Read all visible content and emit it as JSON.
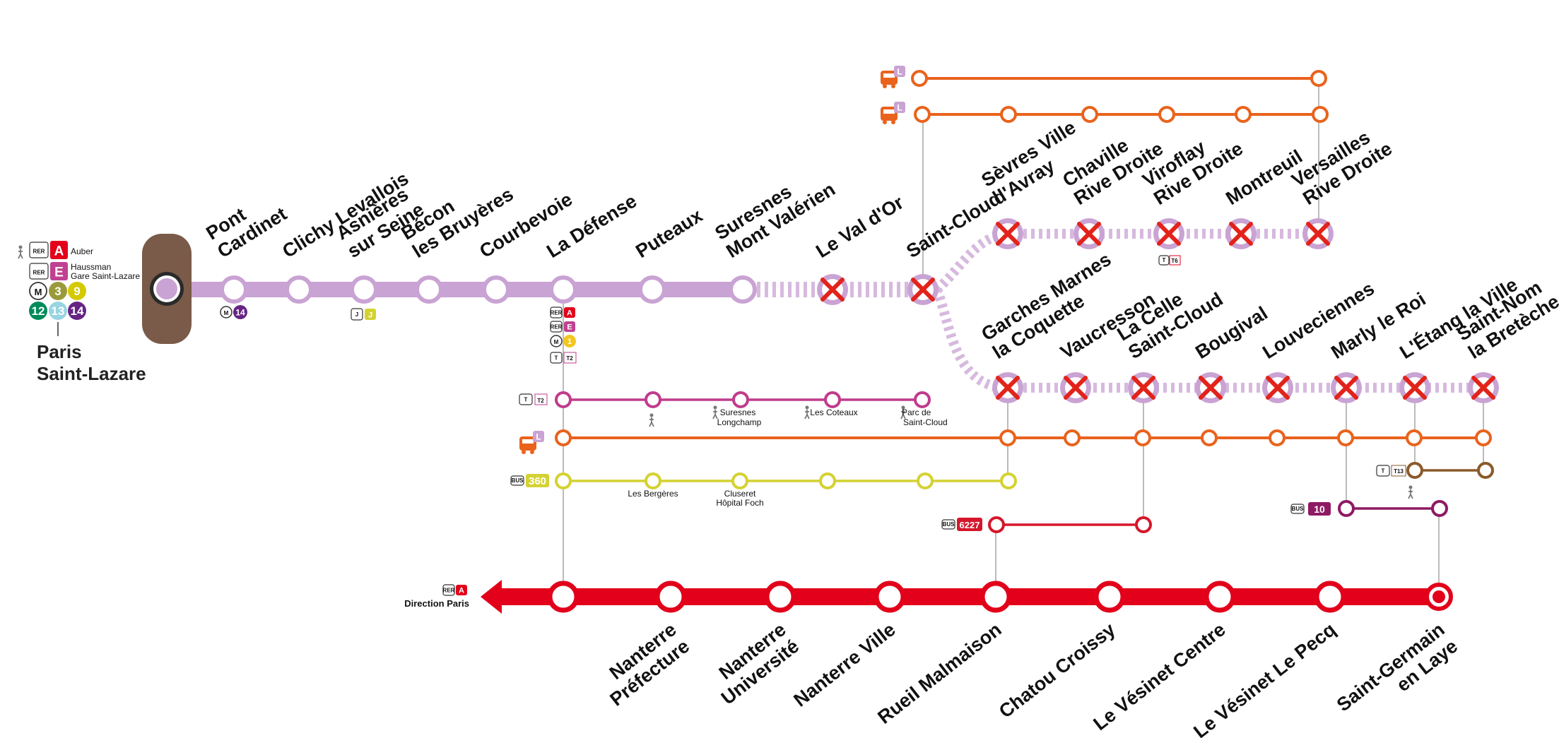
{
  "colors": {
    "line_l": "#c9a3d3",
    "line_l_dash": "#d7b9de",
    "rer_a": "#e2001a",
    "bus_orange": "#e9631d",
    "tram_t2": "#c03c8c",
    "bus_360": "#d4d232",
    "bus_6227": "#d5172b",
    "bus_10": "#8e1a63",
    "tram_t13": "#8a5a2c",
    "cross": "#e2231a",
    "station_brown": "#7a5a48",
    "connector_grey": "#bbbbbb"
  },
  "terminus": {
    "name_line1": "Paris",
    "name_line2": "Saint-Lazare",
    "rer_a_stop": "Auber",
    "rer_e_stop_line1": "Haussman",
    "rer_e_stop_line2": "Gare Saint-Lazare",
    "rer_label": "RER",
    "rer_a": "A",
    "rer_e": "E",
    "metro_lines": [
      "3",
      "9",
      "12",
      "13",
      "14"
    ],
    "metro_m": "M"
  },
  "main_line": [
    {
      "name": [
        "Pont",
        "Cardinet"
      ]
    },
    {
      "name": [
        "Clichy Levallois"
      ]
    },
    {
      "name": [
        "Asnières",
        "sur Seine"
      ]
    },
    {
      "name": [
        "Bécon",
        "les Bruyères"
      ]
    },
    {
      "name": [
        "Courbevoie"
      ]
    },
    {
      "name": [
        "La Défense"
      ]
    },
    {
      "name": [
        "Puteaux"
      ]
    },
    {
      "name": [
        "Suresnes",
        "Mont Valérien"
      ]
    },
    {
      "name": [
        "Le Val d'Or"
      ]
    },
    {
      "name": [
        "Saint-Cloud"
      ]
    }
  ],
  "branch_versailles": [
    {
      "name": [
        "Sèvres Ville",
        "d'Avray"
      ]
    },
    {
      "name": [
        "Chaville",
        "Rive Droite"
      ]
    },
    {
      "name": [
        "Viroflay",
        "Rive Droite"
      ]
    },
    {
      "name": [
        "Montreuil"
      ]
    },
    {
      "name": [
        "Versailles",
        "Rive Droite"
      ]
    }
  ],
  "branch_saint_nom": [
    {
      "name": [
        "Garches Marnes",
        "la Coquette"
      ]
    },
    {
      "name": [
        "Vaucresson"
      ]
    },
    {
      "name": [
        "La Celle",
        "Saint-Cloud"
      ]
    },
    {
      "name": [
        "Bougival"
      ]
    },
    {
      "name": [
        "Louveciennes"
      ]
    },
    {
      "name": [
        "Marly le Roi"
      ]
    },
    {
      "name": [
        "L'Étang la Ville"
      ]
    },
    {
      "name": [
        "Saint-Nom",
        "la Bretèche"
      ]
    }
  ],
  "rer_a_line": {
    "direction": "Direction Paris",
    "stations": [
      {
        "name": [
          "Nanterre",
          "Préfecture"
        ]
      },
      {
        "name": [
          "Nanterre",
          "Université"
        ]
      },
      {
        "name": [
          "Nanterre Ville"
        ]
      },
      {
        "name": [
          "Rueil Malmaison"
        ]
      },
      {
        "name": [
          "Chatou Croissy"
        ]
      },
      {
        "name": [
          "Le Vésinet Centre"
        ]
      },
      {
        "name": [
          "Le Vésinet Le Pecq"
        ]
      },
      {
        "name": [
          "Saint-Germain",
          "en Laye"
        ]
      }
    ]
  },
  "connections": {
    "pont_cardinet_metro": "14",
    "asnieres_transilien": "J",
    "la_defense": [
      "A",
      "E",
      "1",
      "T2"
    ],
    "sevres_tram": "T6"
  },
  "substitute_lines": {
    "bus_l_label": "L",
    "tram_t2_label": "T2",
    "tram_t2_stops": [
      "Suresnes Longchamp",
      "Les Coteaux",
      "Parc de Saint-Cloud"
    ],
    "bus_360_label": "360",
    "bus_360_stops": [
      "Les Bergères",
      "Cluseret Hôpital Foch"
    ],
    "bus_6227_label": "6227",
    "bus_10_label": "10",
    "tram_t13_label": "T13",
    "bus_word": "BUS"
  }
}
